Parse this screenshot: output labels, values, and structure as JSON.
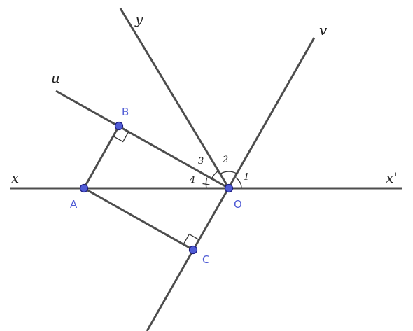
{
  "lines": {
    "x": "x",
    "x_prime": "x'",
    "y": "y",
    "u": "u",
    "v": "v"
  },
  "points": {
    "A": "A",
    "B": "B",
    "C": "C",
    "O": "O"
  },
  "angles": {
    "one": "1",
    "two": "2",
    "three": "3",
    "four": "4"
  },
  "colors": {
    "point_fill": "#4f5bd5",
    "point_label": "#4f5bd5",
    "line": "#4d4d4d"
  }
}
